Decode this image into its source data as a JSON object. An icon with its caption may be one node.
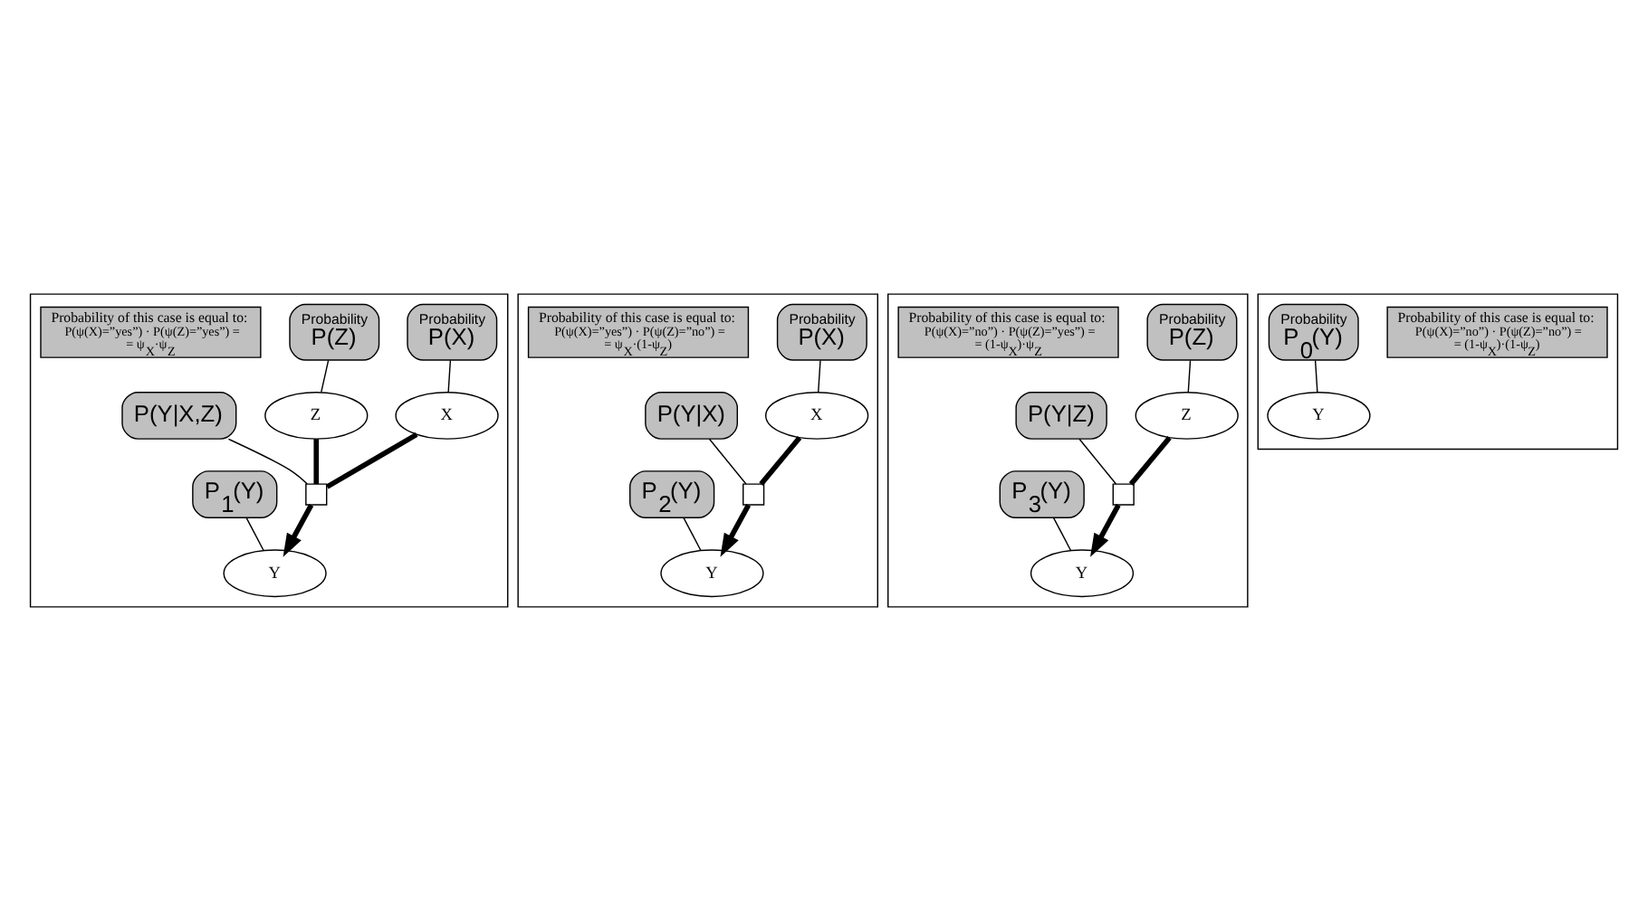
{
  "diagram": {
    "nodes": [
      {
        "text": [],
        "shape": "box"
      },
      {
        "text": [
          "Probability",
          "P(X)"
        ],
        "in": 0
      },
      {
        "text": [
          "Probability",
          "P(Z)"
        ],
        "in": 0
      },
      {
        "text": [
          "X"
        ],
        "in": 0
      },
      {
        "text": [
          "Z"
        ],
        "in": 0
      },
      {
        "text": [
          "Probability of this case is equal to:",
          "P(ψ(X)=”yes”) · P(ψ(Z)=”yes”) = = ψ$_{X}$·ψ$_{Z}$"
        ],
        "in": 0
      },
      {
        "text": [],
        "shape": "box",
        "in": 0
      },
      {
        "text": [
          "P(Y|X,Z)"
        ],
        "in": 0
      },
      {
        "text": [
          "Y"
        ],
        "in": 0
      },
      {
        "text": [
          "P$_{1}$(Y)"
        ],
        "in": 0
      },
      {
        "text": [],
        "shape": "box"
      },
      {
        "text": [
          "Probability",
          "P(X)"
        ],
        "in": 10
      },
      {
        "text": [
          "X"
        ],
        "in": 10
      },
      {
        "text": [
          "P(Y|X)"
        ],
        "in": 10
      },
      {
        "text": [
          "Probability of this case is equal to:",
          "P(ψ(X)=”yes”) · P(ψ(Z)=”no”) = = ψ$_{X}$·(1-ψ$_{Z}$)"
        ],
        "in": 10
      },
      {
        "text": [],
        "shape": "box",
        "in": 10
      },
      {
        "text": [
          "P$_{2}$(Y)"
        ],
        "in": 10
      },
      {
        "text": [
          "Y"
        ],
        "in": 10
      },
      {
        "text": [],
        "shape": "box"
      },
      {
        "text": [
          "Probability",
          "P(Z)"
        ],
        "in": 18
      },
      {
        "text": [
          "Z"
        ],
        "in": 18
      },
      {
        "text": [
          "Probability of this case is equal to:",
          "P(ψ(X)=”no”) · P(ψ(Z)=”yes”) = = (1-ψ$_{X}$)·ψ$_{Z}$"
        ],
        "in": 18
      },
      {
        "text": [],
        "shape": "box",
        "in": 18
      },
      {
        "text": [
          "P(Y|Z)"
        ],
        "in": 18
      },
      {
        "text": [
          "Y"
        ],
        "in": 18
      },
      {
        "text": [
          "P$_{3}$(Y)"
        ],
        "in": 18
      },
      {
        "text": [],
        "shape": "box"
      },
      {
        "text": [
          "Probability of this case is equal to:",
          "P(ψ(X)=”no”) · P(ψ(Z)=”no”) = = (1-ψ$_{X}$)·(1-ψ$_{Z}$)"
        ],
        "in": 26
      },
      {
        "text": [
          "Probability",
          "P$_{0}$(Y)"
        ],
        "in": 26
      },
      {
        "text": [
          "Y"
        ],
        "in": 26
      }
    ],
    "edges": [
      {
        "from": 1,
        "to": 3,
        "arrow": "none"
      },
      {
        "from": 2,
        "to": 4,
        "arrow": "none"
      },
      {
        "from": 3,
        "to": 6,
        "arrow": "none",
        "style": "thick"
      },
      {
        "from": 4,
        "to": 6,
        "arrow": "none",
        "style": "thick"
      },
      {
        "from": 7,
        "to": 6,
        "arrow": "none"
      },
      {
        "from": 6,
        "to": 8,
        "arrow": "to",
        "style": "thick"
      },
      {
        "from": 9,
        "to": 8,
        "arrow": "none"
      },
      {
        "from": 11,
        "to": 12,
        "arrow": "none"
      },
      {
        "from": 12,
        "to": 15,
        "arrow": "none",
        "style": "thick"
      },
      {
        "from": 13,
        "to": 15,
        "arrow": "none"
      },
      {
        "from": 15,
        "to": 17,
        "arrow": "to",
        "style": "thick"
      },
      {
        "from": 16,
        "to": 17,
        "arrow": "none"
      },
      {
        "from": 19,
        "to": 20,
        "arrow": "none"
      },
      {
        "from": 20,
        "to": 22,
        "arrow": "none",
        "style": "thick"
      },
      {
        "from": 23,
        "to": 22,
        "arrow": "none"
      },
      {
        "from": 22,
        "to": 24,
        "arrow": "to",
        "style": "thick"
      },
      {
        "from": 25,
        "to": 24,
        "arrow": "none"
      },
      {
        "from": 28,
        "to": 29,
        "arrow": "none"
      }
    ]
  }
}
